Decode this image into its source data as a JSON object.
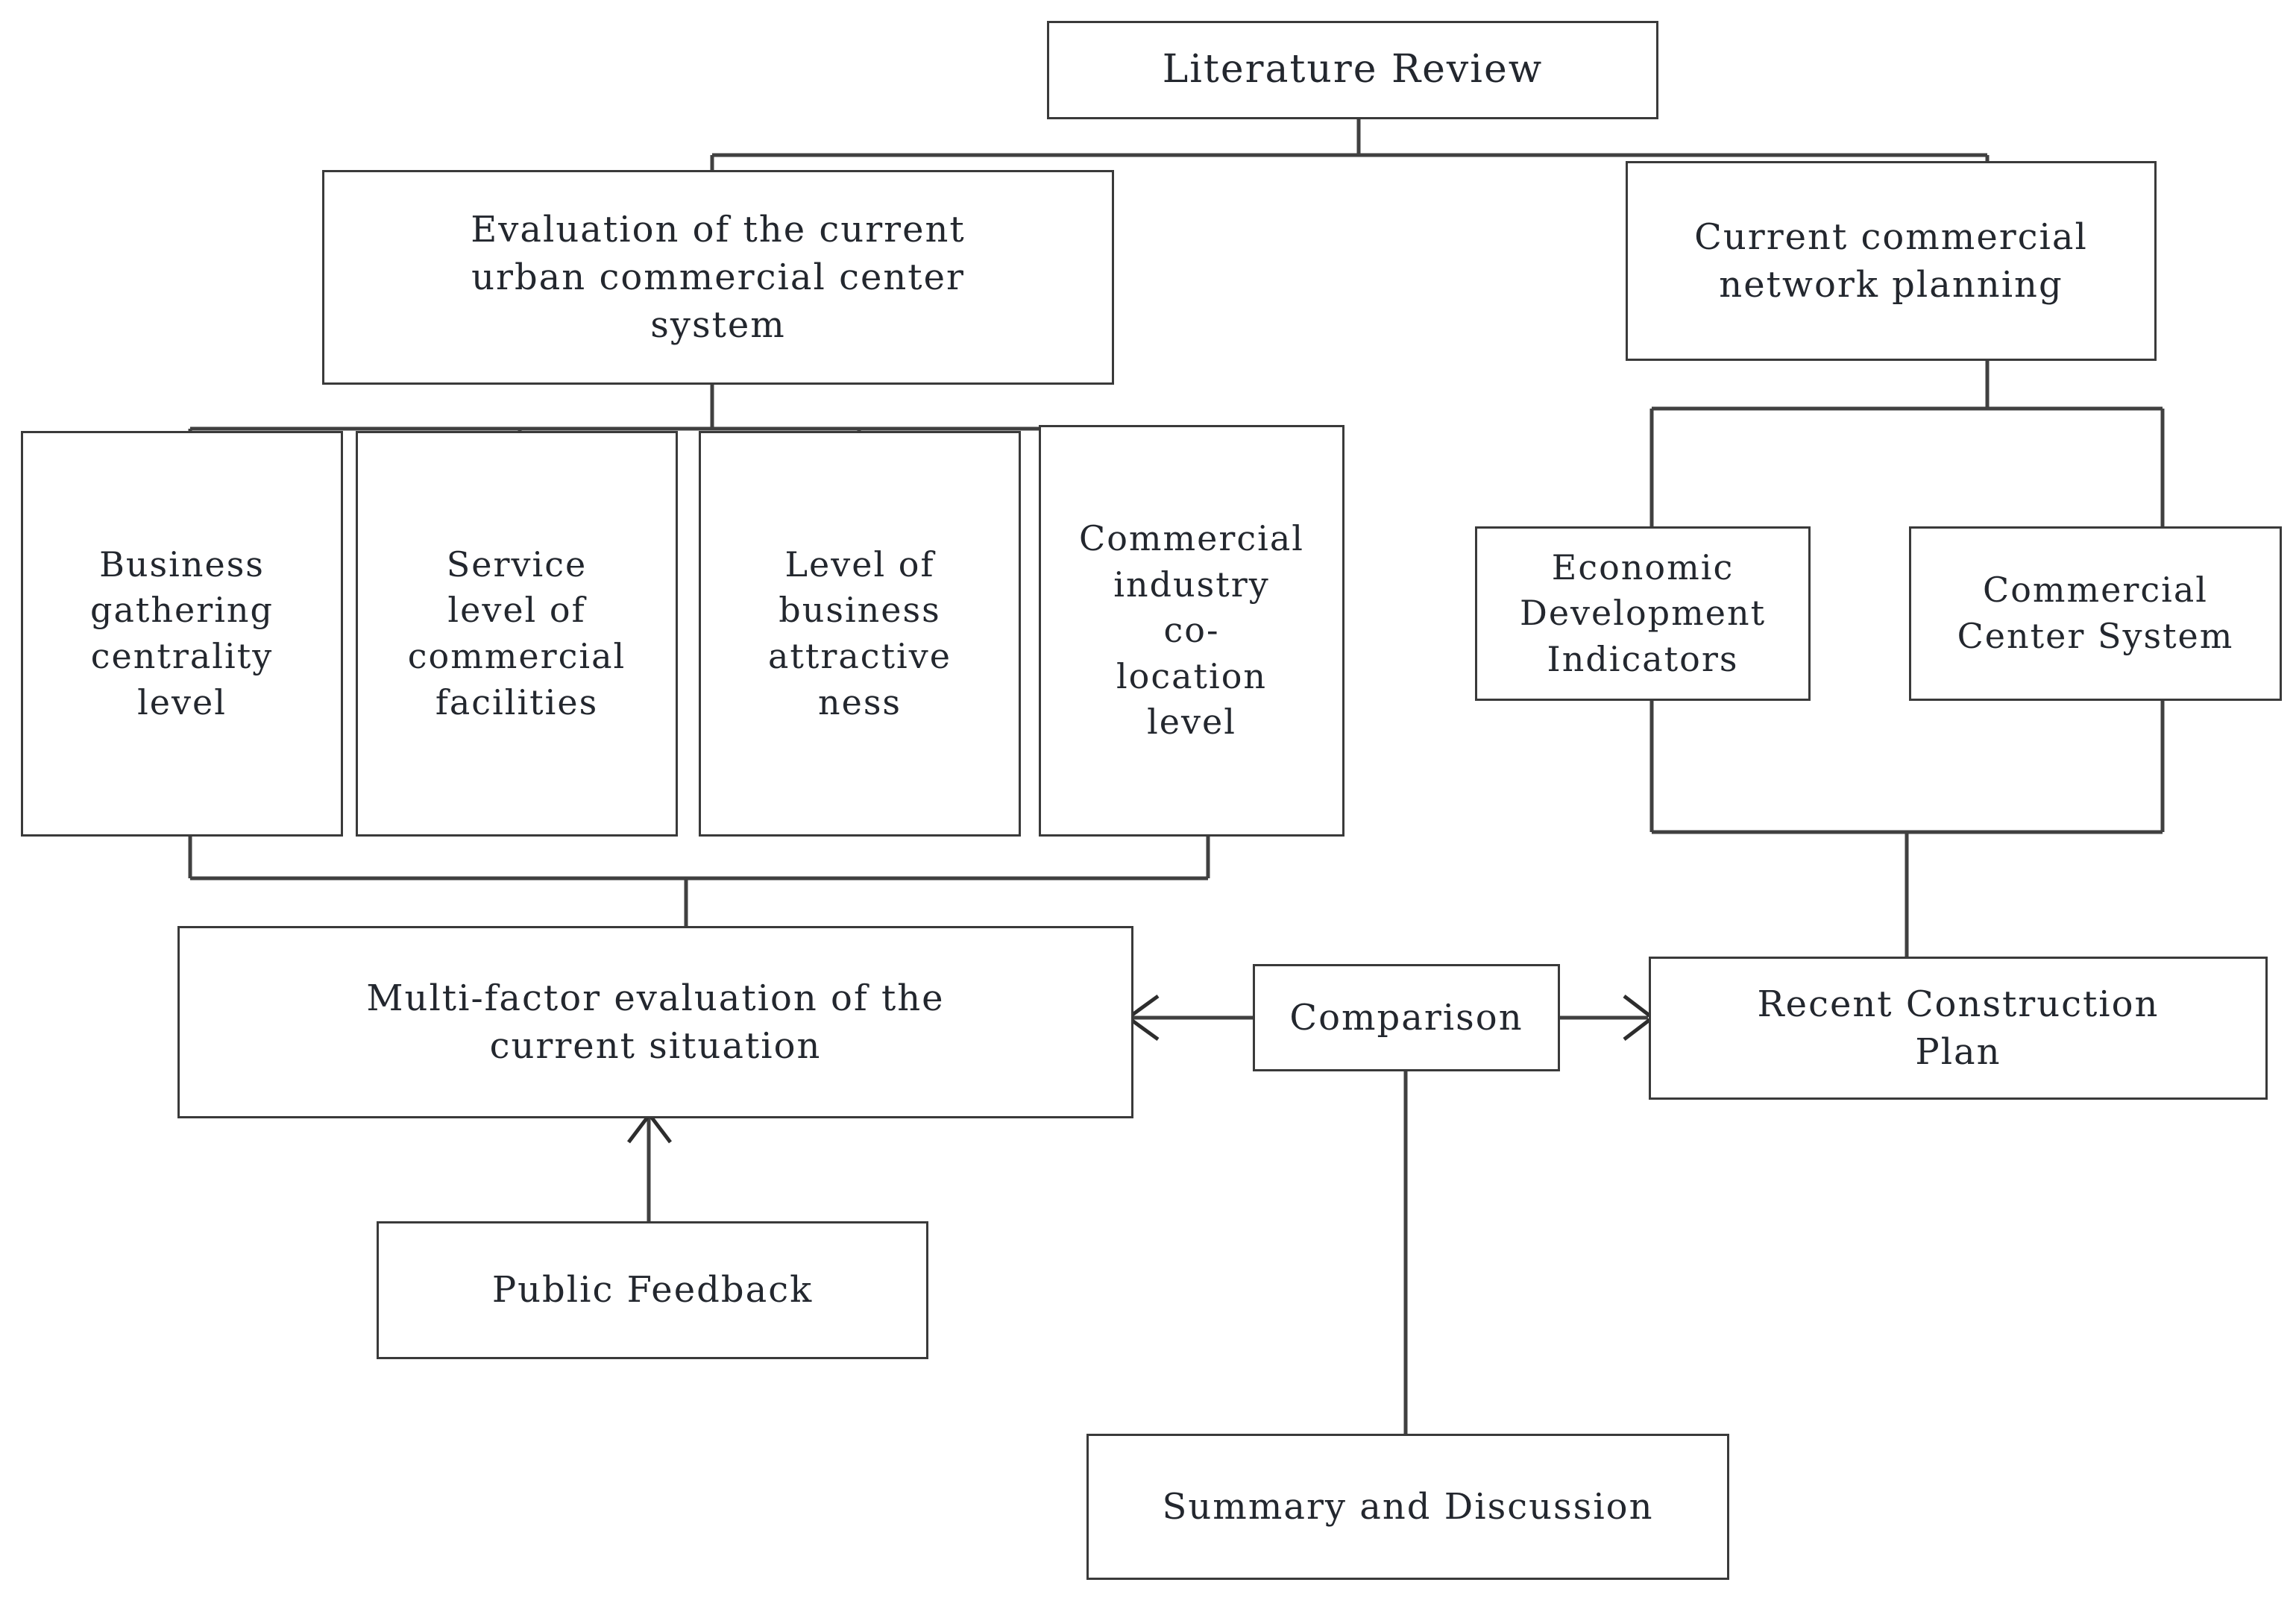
{
  "diagram": {
    "title": "Literature Review",
    "nodes": {
      "literature_review": "Literature Review",
      "evaluation_current_system": "Evaluation of the current\nurban commercial center\nsystem",
      "current_network_planning": "Current commercial\nnetwork planning",
      "business_gathering": "Business\ngathering\ncentrality\nlevel",
      "service_level": "Service\nlevel of\ncommercial\nfacilities",
      "business_attractiveness": "Level of\nbusiness\nattractive\nness",
      "industry_colocation": "Commercial\nindustry\nco-\nlocation\nlevel",
      "economic_indicators": "Economic\nDevelopment\nIndicators",
      "commercial_center_system": "Commercial\nCenter System",
      "multi_factor_evaluation": "Multi-factor evaluation of the\ncurrent situation",
      "comparison": "Comparison",
      "recent_construction_plan": "Recent Construction\nPlan",
      "public_feedback": "Public Feedback",
      "summary_discussion": "Summary and Discussion"
    },
    "colors": {
      "box_border": "#3a3a3a",
      "connector": "#404040",
      "text": "#23272e",
      "background": "#ffffff"
    },
    "edges": [
      {
        "from": "literature_review",
        "to": "evaluation_current_system",
        "arrow": false
      },
      {
        "from": "literature_review",
        "to": "current_network_planning",
        "arrow": false
      },
      {
        "from": "evaluation_current_system",
        "to": "business_gathering",
        "arrow": false
      },
      {
        "from": "evaluation_current_system",
        "to": "service_level",
        "arrow": false
      },
      {
        "from": "evaluation_current_system",
        "to": "business_attractiveness",
        "arrow": false
      },
      {
        "from": "evaluation_current_system",
        "to": "industry_colocation",
        "arrow": false
      },
      {
        "from": "business_gathering",
        "to": "multi_factor_evaluation",
        "arrow": false
      },
      {
        "from": "industry_colocation",
        "to": "multi_factor_evaluation",
        "arrow": false
      },
      {
        "from": "current_network_planning",
        "to": "economic_indicators",
        "arrow": false
      },
      {
        "from": "current_network_planning",
        "to": "commercial_center_system",
        "arrow": false
      },
      {
        "from": "economic_indicators",
        "to": "recent_construction_plan",
        "arrow": false
      },
      {
        "from": "commercial_center_system",
        "to": "recent_construction_plan",
        "arrow": false
      },
      {
        "from": "comparison",
        "to": "multi_factor_evaluation",
        "arrow": true
      },
      {
        "from": "comparison",
        "to": "recent_construction_plan",
        "arrow": true
      },
      {
        "from": "public_feedback",
        "to": "multi_factor_evaluation",
        "arrow": true
      },
      {
        "from": "comparison",
        "to": "summary_discussion",
        "arrow": false
      }
    ]
  }
}
